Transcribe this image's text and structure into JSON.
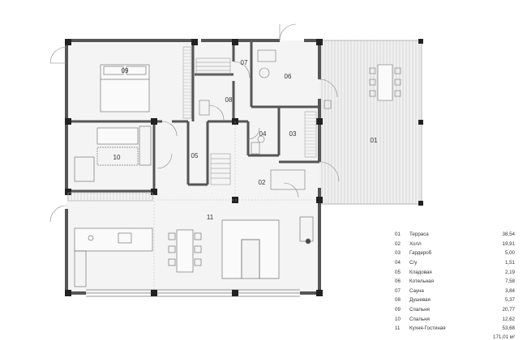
{
  "rooms": [
    {
      "id": "01",
      "name": "Терраса",
      "area": "38,54"
    },
    {
      "id": "02",
      "name": "Холл",
      "area": "19,91"
    },
    {
      "id": "03",
      "name": "Гардероб",
      "area": "5,00"
    },
    {
      "id": "04",
      "name": "С/у",
      "area": "1,51"
    },
    {
      "id": "05",
      "name": "Кладовая",
      "area": "2,19"
    },
    {
      "id": "06",
      "name": "Котельная",
      "area": "7,58"
    },
    {
      "id": "07",
      "name": "Сауна",
      "area": "3,84"
    },
    {
      "id": "08",
      "name": "Душевая",
      "area": "5,37"
    },
    {
      "id": "09",
      "name": "Спальня",
      "area": "20,77"
    },
    {
      "id": "10",
      "name": "Спальня",
      "area": "12,62"
    },
    {
      "id": "11",
      "name": "Кухня-Гостиная",
      "area": "53,68"
    }
  ],
  "total": "171,01 м²",
  "colors": {
    "wall": "#555555",
    "column": "#222222",
    "floor": "#f3f3f3",
    "terrace": "#e8e8e8",
    "line": "#9a9a9a"
  }
}
